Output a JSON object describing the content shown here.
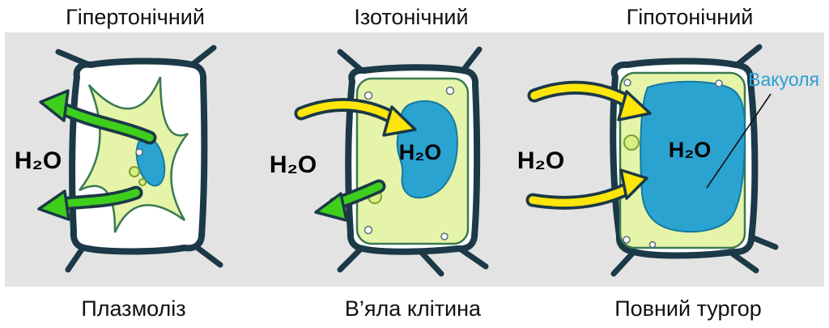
{
  "panels": [
    {
      "key": "hypertonic",
      "title": "Гіпертонічний",
      "caption": "Плазмоліз"
    },
    {
      "key": "isotonic",
      "title": "Ізотонічний",
      "caption": "В’яла клітина"
    },
    {
      "key": "hypotonic",
      "title": "Гіпотонічний",
      "caption": "Повний тургор"
    }
  ],
  "labels": {
    "h2o": "H₂O",
    "vacuole": "Вакуоля"
  },
  "colors": {
    "background_band": "#e3e3e3",
    "cell_wall": "#1b3947",
    "cytoplasm": "#e6f4a9",
    "vacuole_blue": "#2aa3d1",
    "arrow_green": "#3ecf1c",
    "arrow_yellow": "#ffe60a",
    "vacuole_label_blue": "#2a9fd4",
    "text": "#000000"
  }
}
